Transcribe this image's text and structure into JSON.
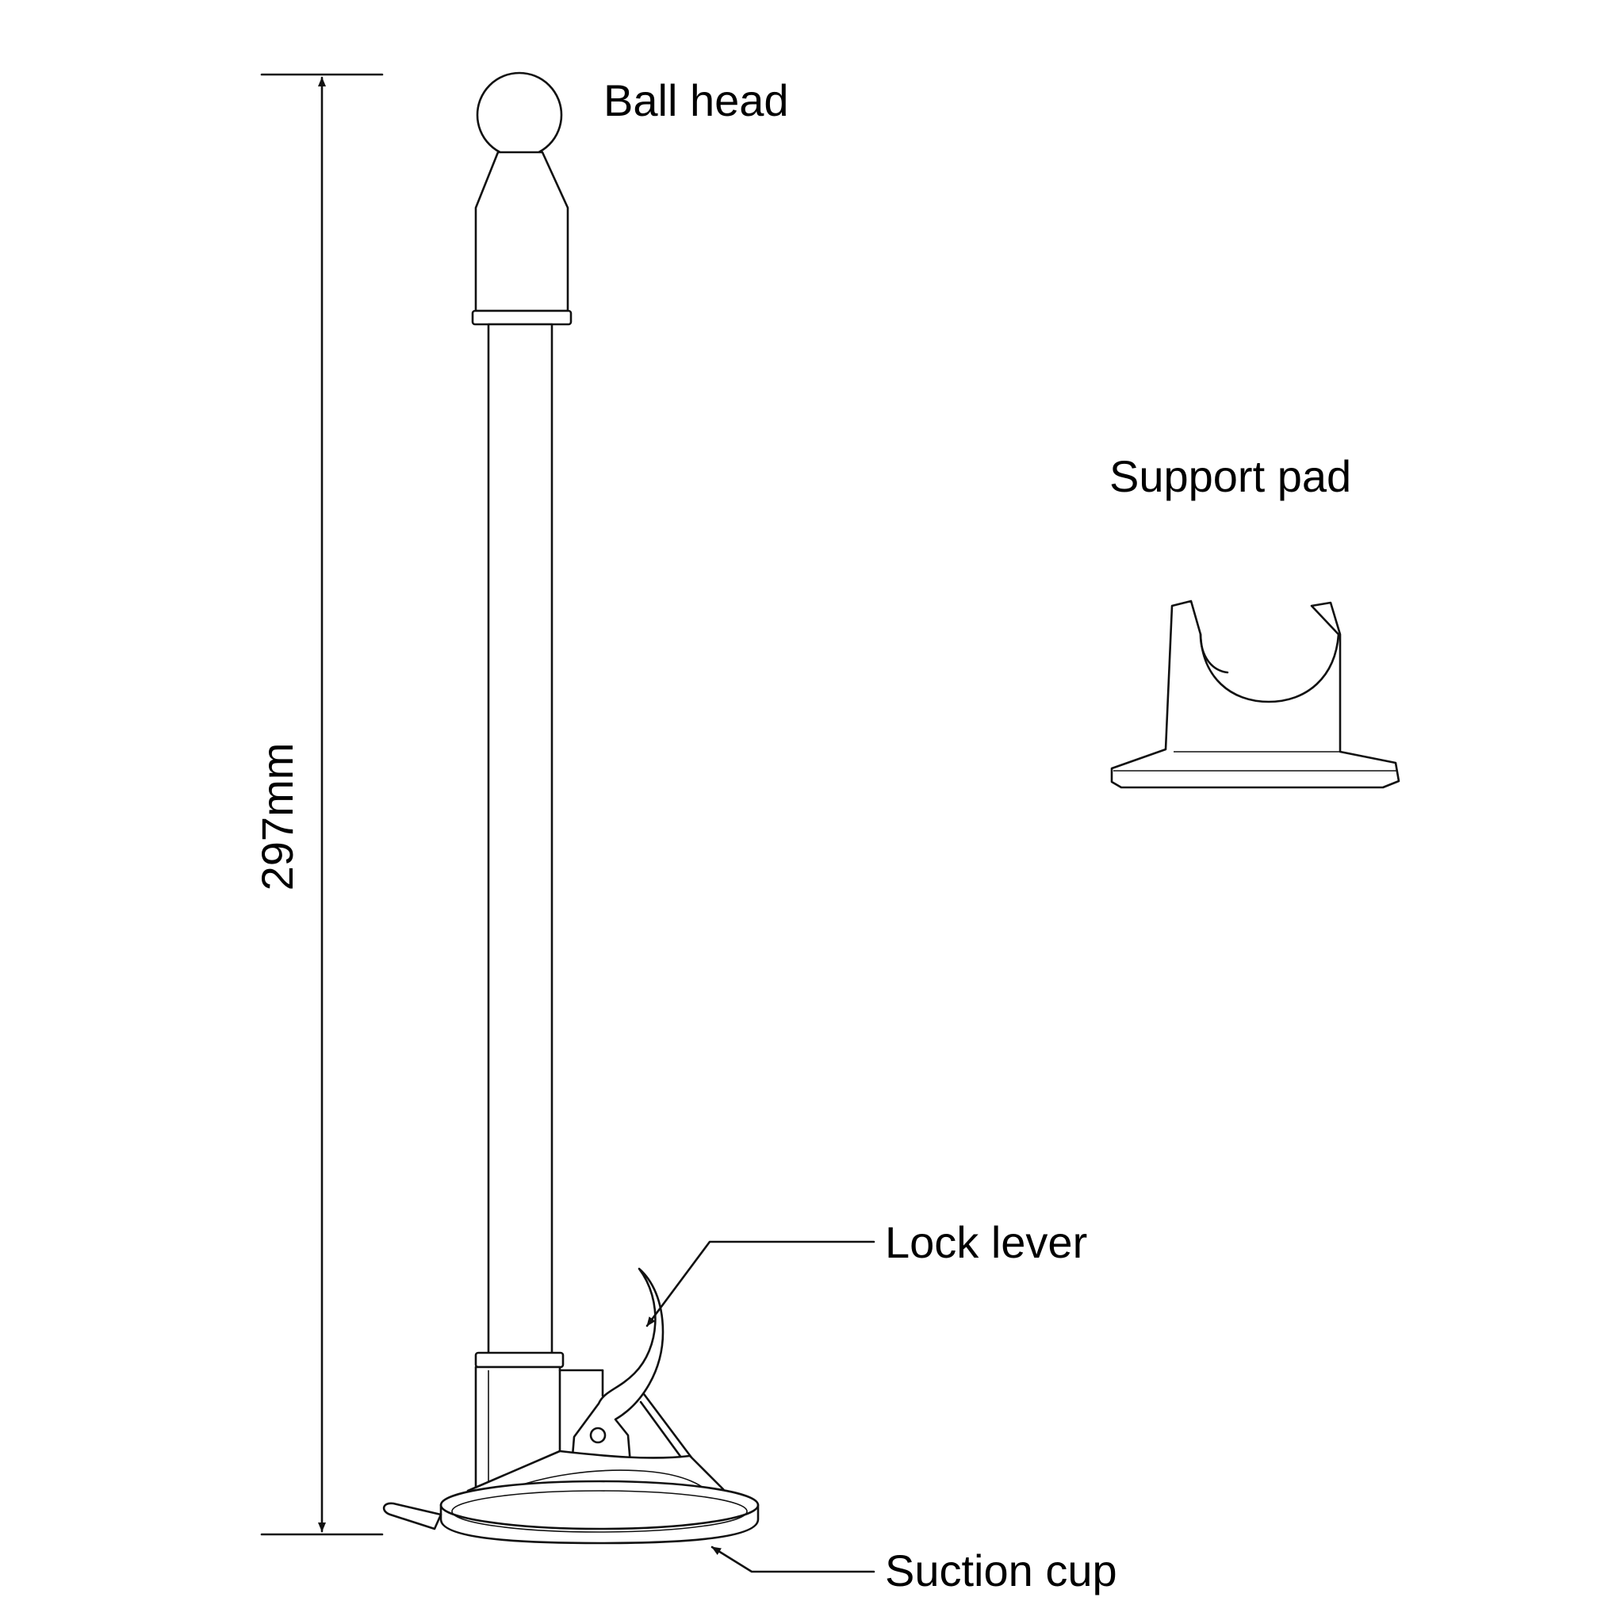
{
  "labels": {
    "ball_head": "Ball head",
    "support_pad": "Support pad",
    "lock_lever": "Lock lever",
    "suction_cup": "Suction cup"
  },
  "dimension": {
    "height_text": "297mm"
  },
  "colors": {
    "line": "#111111",
    "background": "#ffffff"
  }
}
